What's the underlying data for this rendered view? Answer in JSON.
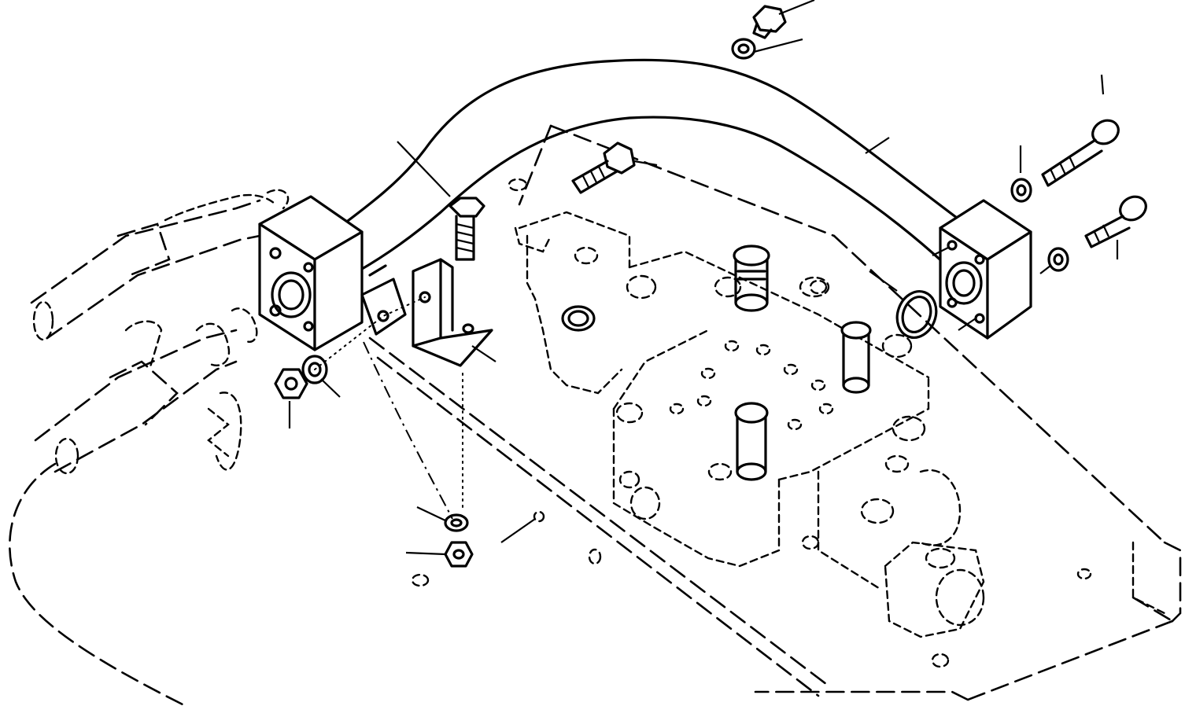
{
  "diagram": {
    "kind": "exploded-parts-drawing",
    "colors": {
      "ink": "#000000",
      "paper": "#ffffff"
    },
    "parts": [
      {
        "id": "control-valve",
        "label": ""
      },
      {
        "id": "mounting-plate",
        "label": ""
      },
      {
        "id": "tube",
        "label": ""
      },
      {
        "id": "flange-block-left",
        "label": ""
      },
      {
        "id": "flange-block-right",
        "label": ""
      },
      {
        "id": "bracket",
        "label": ""
      },
      {
        "id": "hose-upper",
        "label": ""
      },
      {
        "id": "hose-lower",
        "label": ""
      }
    ]
  }
}
